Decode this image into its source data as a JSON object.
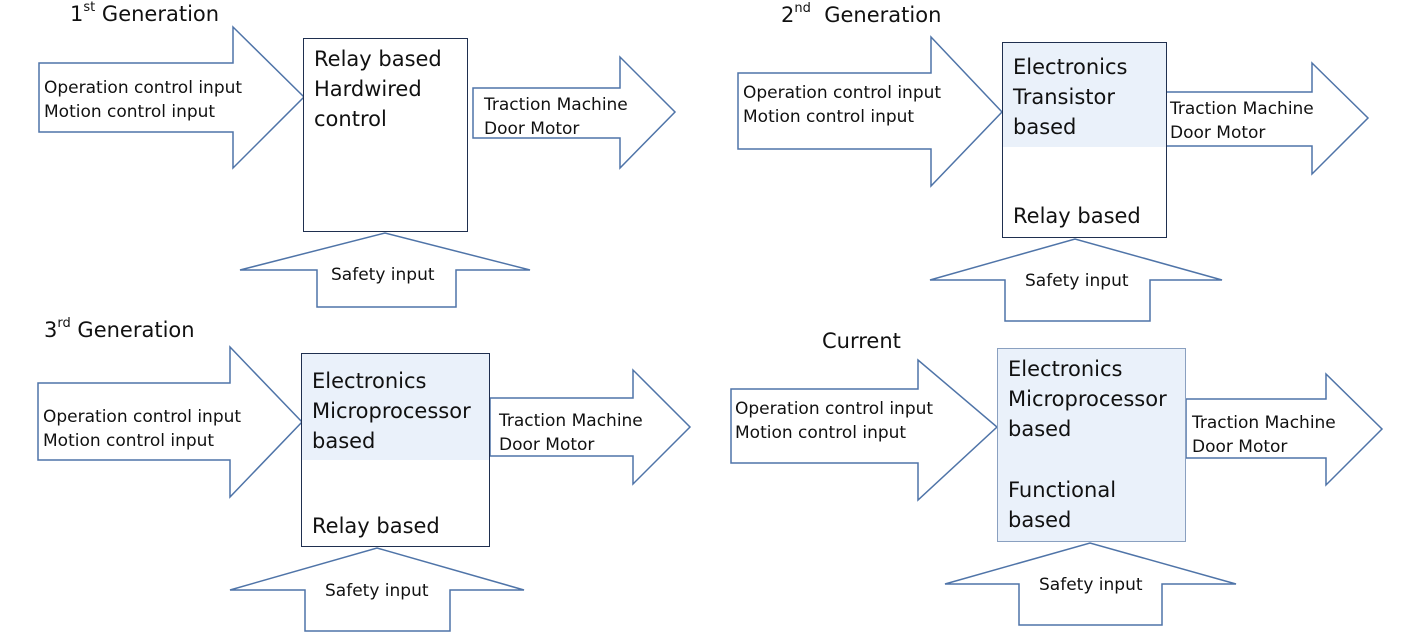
{
  "gen1": {
    "title": {
      "prefix": "1",
      "sup": "st",
      "rest": " Generation"
    },
    "input": [
      "Operation control input",
      "Motion control input"
    ],
    "controller": [
      "Relay based",
      "Hardwired",
      "control"
    ],
    "output": [
      "Traction Machine",
      "Door Motor"
    ],
    "safety": "Safety input"
  },
  "gen2": {
    "title": {
      "prefix": "2",
      "sup": "nd",
      "rest": "  Generation"
    },
    "input": [
      "Operation control input",
      "Motion control input"
    ],
    "controller_top": [
      "Electronics",
      "Transistor",
      "based"
    ],
    "controller_bottom": "Relay based",
    "output": [
      "Traction Machine",
      "Door Motor"
    ],
    "safety": "Safety input"
  },
  "gen3": {
    "title": {
      "prefix": "3",
      "sup": "rd",
      "rest": " Generation"
    },
    "input": [
      "Operation control input",
      "Motion control input"
    ],
    "controller_top": [
      "Electronics",
      "Microprocessor",
      "based"
    ],
    "controller_bottom": "Relay based",
    "output": [
      "Traction Machine",
      "Door Motor"
    ],
    "safety": "Safety input"
  },
  "current": {
    "title": "Current",
    "input": [
      "Operation control input",
      "Motion control input"
    ],
    "controller_top": [
      "Electronics",
      "Microprocessor",
      "based"
    ],
    "controller_bottom": [
      "Functional",
      "based"
    ],
    "output": [
      "Traction Machine",
      "Door Motor"
    ],
    "safety": "Safety input"
  },
  "colors": {
    "arrow_stroke": "#4f74a8",
    "box_border": "#1f2f4f",
    "shade": "#eaf1fa"
  }
}
